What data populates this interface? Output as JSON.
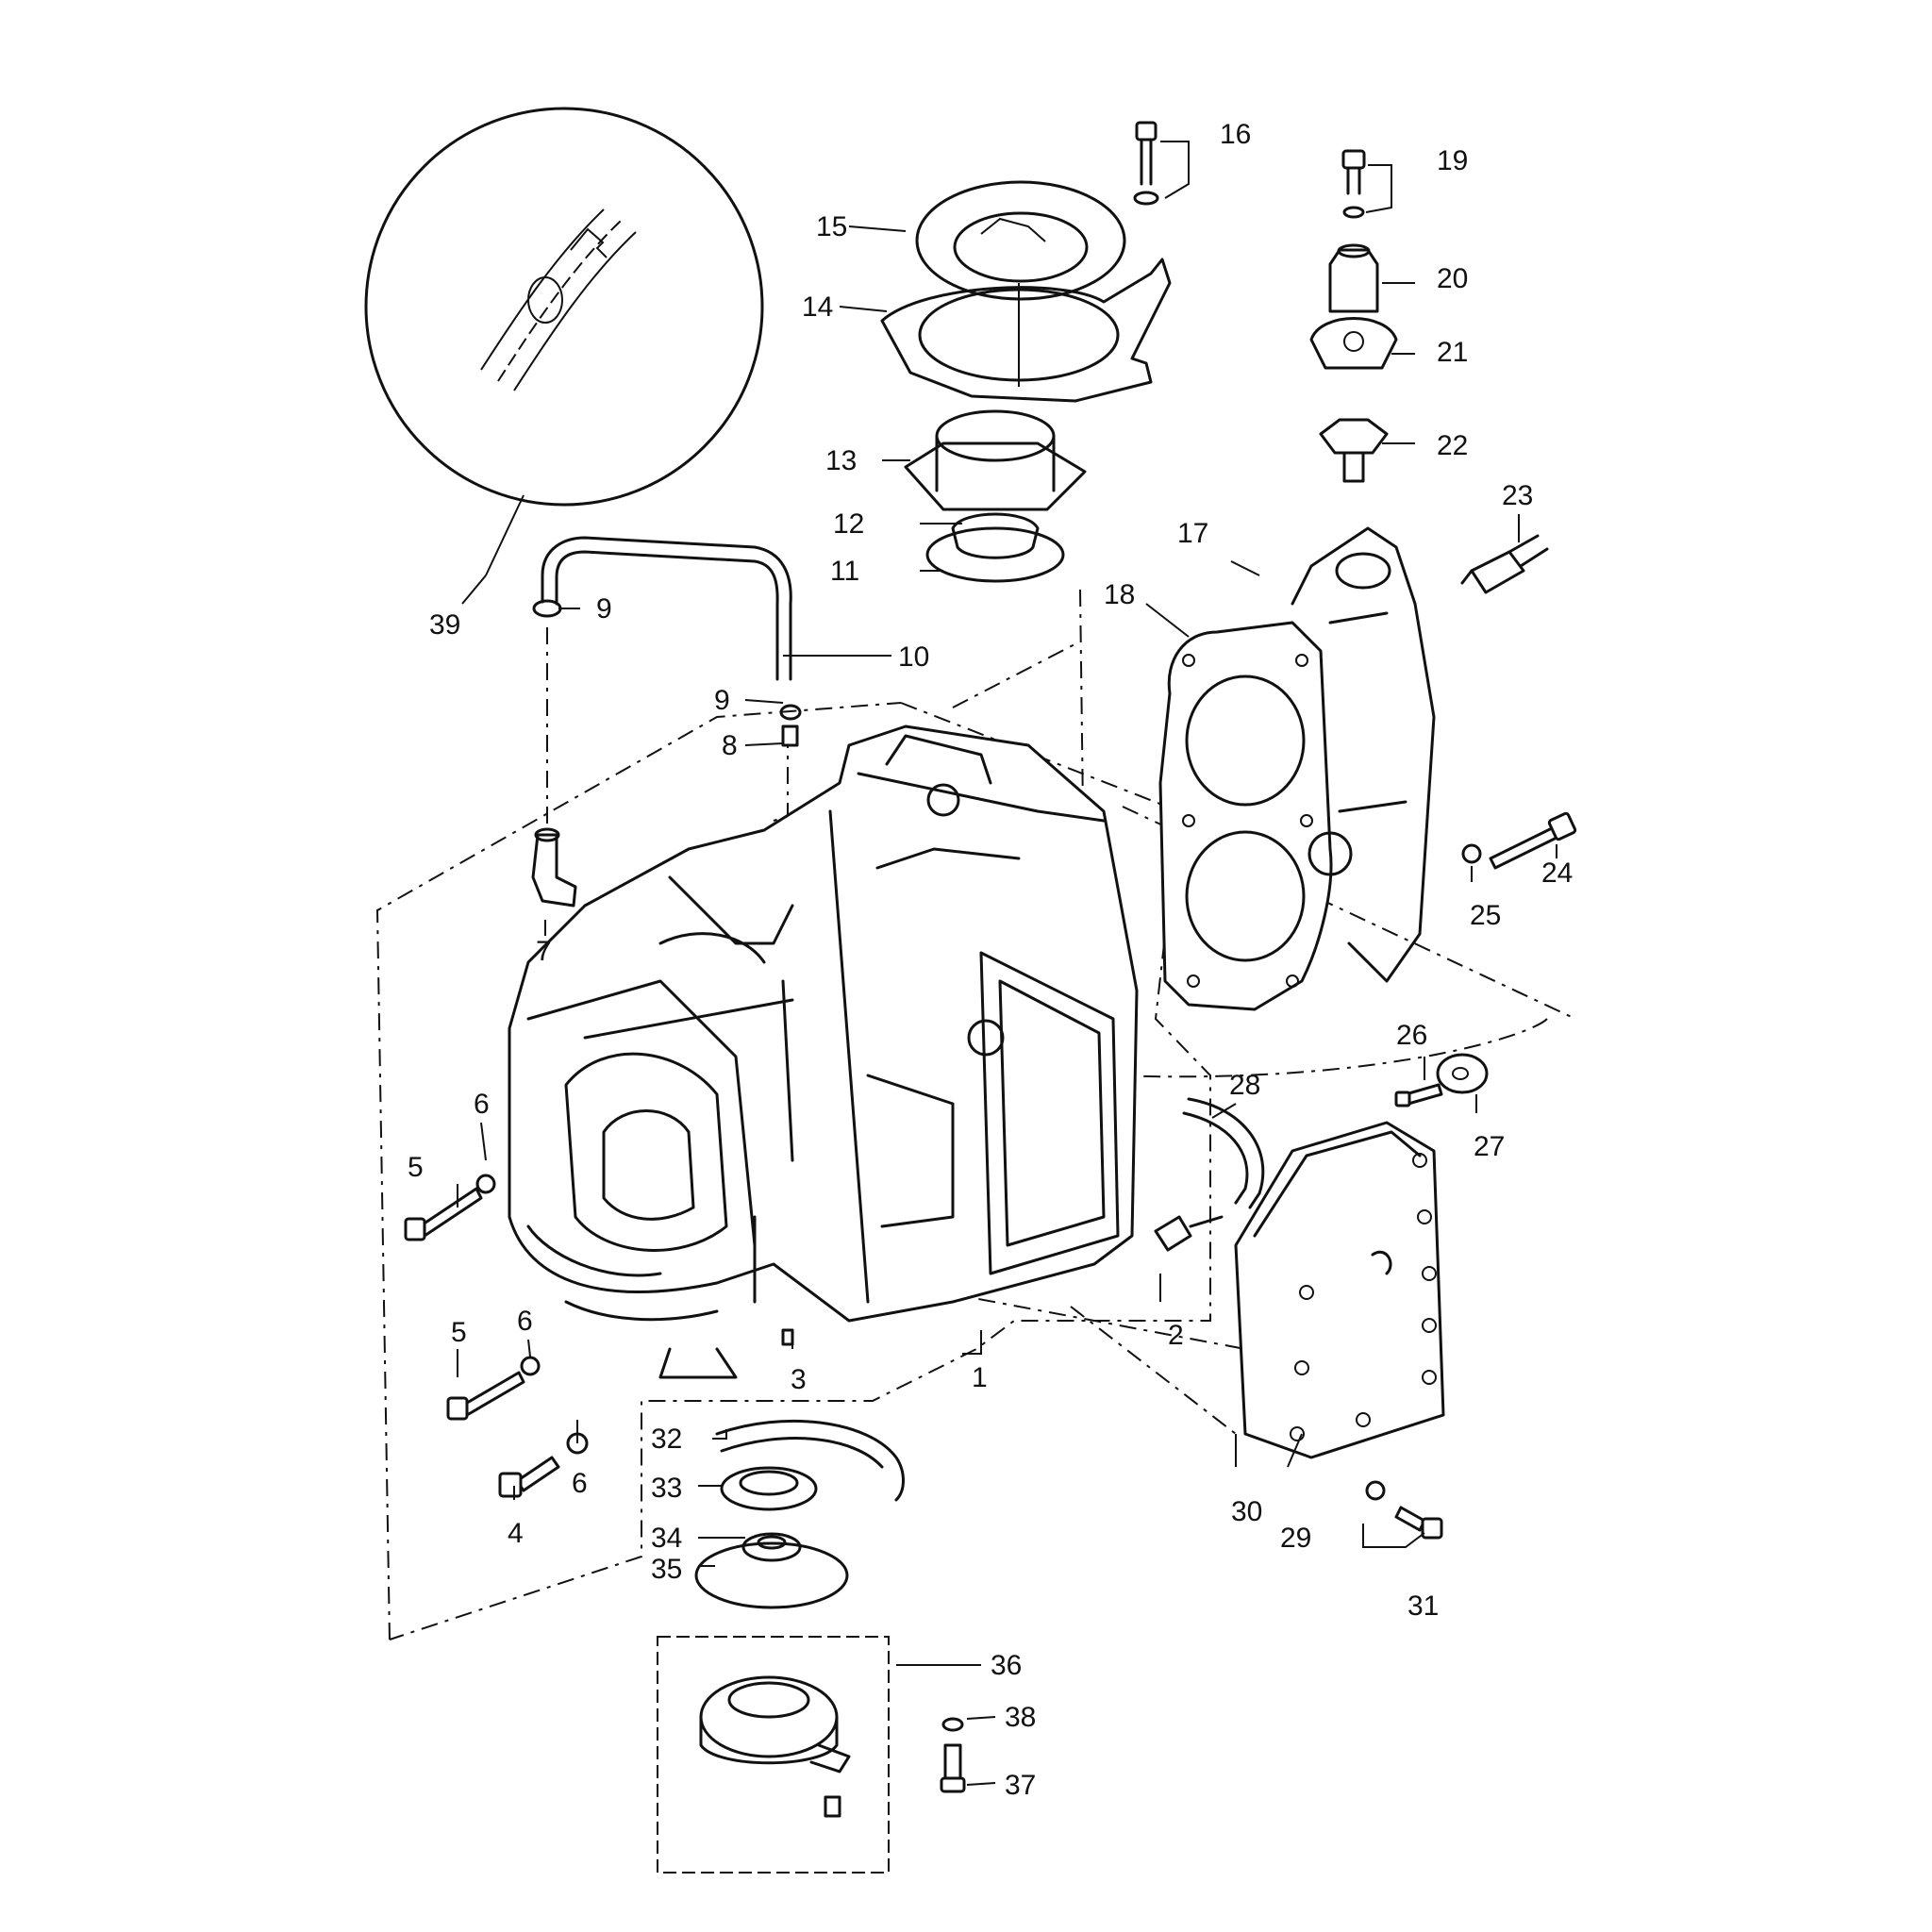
{
  "diagram": {
    "callouts": [
      {
        "id": "c1",
        "label": "1"
      },
      {
        "id": "c2",
        "label": "2"
      },
      {
        "id": "c3",
        "label": "3"
      },
      {
        "id": "c4",
        "label": "4"
      },
      {
        "id": "c5a",
        "label": "5"
      },
      {
        "id": "c5b",
        "label": "5"
      },
      {
        "id": "c6a",
        "label": "6"
      },
      {
        "id": "c6b",
        "label": "6"
      },
      {
        "id": "c6c",
        "label": "6"
      },
      {
        "id": "c7",
        "label": "7"
      },
      {
        "id": "c8",
        "label": "8"
      },
      {
        "id": "c9a",
        "label": "9"
      },
      {
        "id": "c9b",
        "label": "9"
      },
      {
        "id": "c10",
        "label": "10"
      },
      {
        "id": "c11",
        "label": "11"
      },
      {
        "id": "c12",
        "label": "12"
      },
      {
        "id": "c13",
        "label": "13"
      },
      {
        "id": "c14",
        "label": "14"
      },
      {
        "id": "c15",
        "label": "15"
      },
      {
        "id": "c16",
        "label": "16"
      },
      {
        "id": "c17",
        "label": "17"
      },
      {
        "id": "c18",
        "label": "18"
      },
      {
        "id": "c19",
        "label": "19"
      },
      {
        "id": "c20",
        "label": "20"
      },
      {
        "id": "c21",
        "label": "21"
      },
      {
        "id": "c22",
        "label": "22"
      },
      {
        "id": "c23",
        "label": "23"
      },
      {
        "id": "c24",
        "label": "24"
      },
      {
        "id": "c25",
        "label": "25"
      },
      {
        "id": "c26",
        "label": "26"
      },
      {
        "id": "c27",
        "label": "27"
      },
      {
        "id": "c28",
        "label": "28"
      },
      {
        "id": "c29",
        "label": "29"
      },
      {
        "id": "c30",
        "label": "30"
      },
      {
        "id": "c31",
        "label": "31"
      },
      {
        "id": "c32",
        "label": "32"
      },
      {
        "id": "c33",
        "label": "33"
      },
      {
        "id": "c34",
        "label": "34"
      },
      {
        "id": "c35",
        "label": "35"
      },
      {
        "id": "c36",
        "label": "36"
      },
      {
        "id": "c37",
        "label": "37"
      },
      {
        "id": "c38",
        "label": "38"
      },
      {
        "id": "c39",
        "label": "39"
      }
    ]
  }
}
